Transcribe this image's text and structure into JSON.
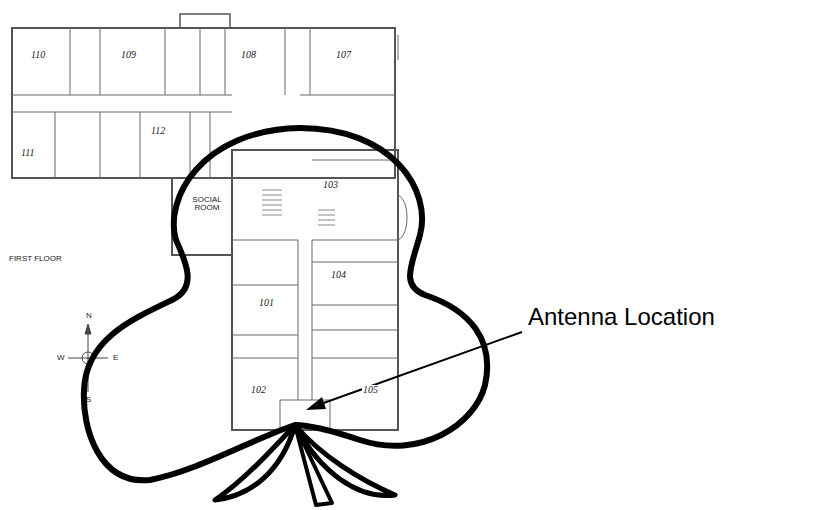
{
  "diagram": {
    "labels": [
      "110",
      "109",
      "108",
      "107",
      "111",
      "112",
      "SOCIAL ROOM",
      "103",
      "104",
      "101",
      "102",
      "105",
      "FIRST FLOOR",
      "N",
      "W",
      "E",
      "S",
      "Antenna Location"
    ]
  }
}
